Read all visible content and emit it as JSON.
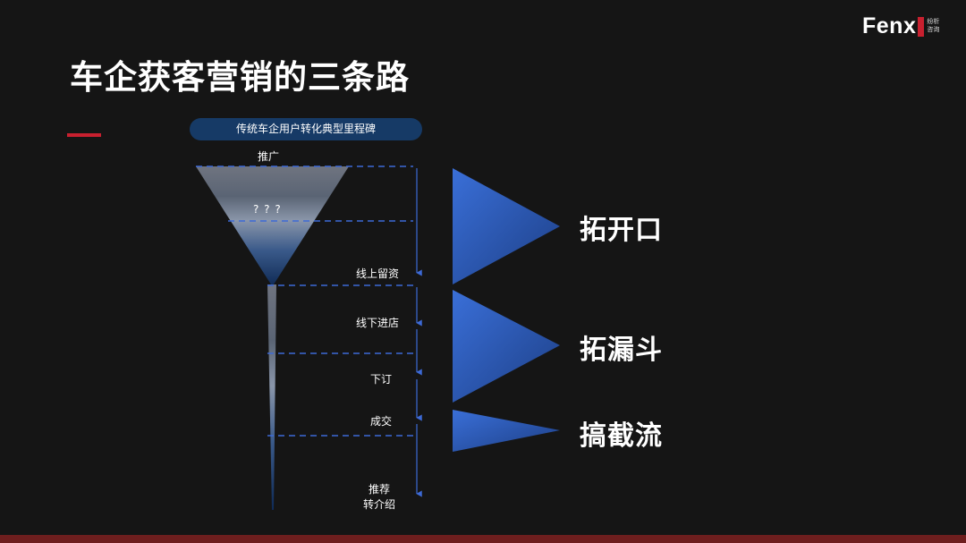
{
  "title": "车企获客营销的三条路",
  "logo": {
    "word": "Fenx",
    "sub_line1": "纷析",
    "sub_line2": "咨询"
  },
  "funnel": {
    "header": "传统车企用户转化典型里程碑",
    "question_marks": "? ? ?",
    "stages": [
      "推广",
      "线上留资",
      "线下进店",
      "下订",
      "成交"
    ],
    "last_stage_line1": "推荐",
    "last_stage_line2": "转介绍"
  },
  "strategies": [
    "拓开口",
    "拓漏斗",
    "搞截流"
  ],
  "colors": {
    "accent": "#c8202f",
    "blue": "#2f5fc4",
    "pill": "#163a66",
    "background": "#151515"
  }
}
